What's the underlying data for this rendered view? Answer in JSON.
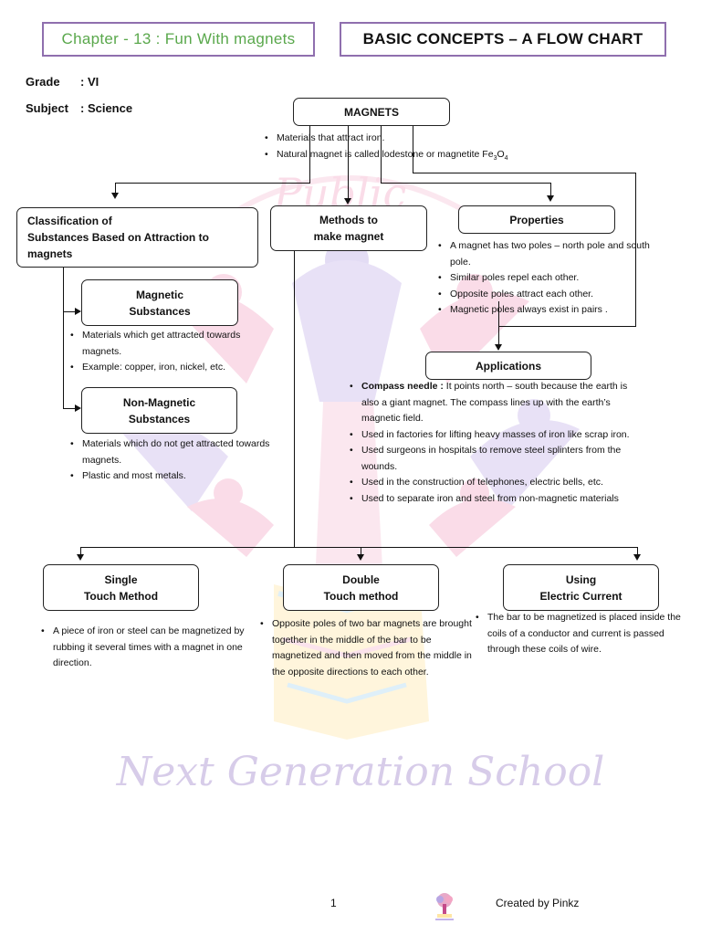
{
  "header": {
    "chapter_title": "Chapter - 13 : Fun With magnets",
    "flow_chart_title": "BASIC CONCEPTS – A FLOW CHART"
  },
  "meta": {
    "grade_label": "Grade",
    "grade_value": ": VI",
    "subject_label": "Subject",
    "subject_value": ": Science"
  },
  "root": {
    "label": "MAGNETS",
    "bullets": [
      "Materials that attract iron.",
      "Natural magnet is called lodestone or magnetite Fe"
    ],
    "formula_sub_3": "3",
    "formula_O": "O",
    "formula_sub_4": "4"
  },
  "classification": {
    "label_line1": "Classification of",
    "label_line2": "Substances Based  on Attraction to",
    "label_line3": "magnets",
    "magnetic": {
      "label_line1": "Magnetic",
      "label_line2": "Substances",
      "bullets": [
        "Materials which get attracted towards magnets.",
        "Example: copper, iron, nickel, etc."
      ]
    },
    "non_magnetic": {
      "label_line1": "Non-Magnetic",
      "label_line2": "Substances",
      "bullets": [
        "Materials which do not get attracted towards magnets.",
        "Plastic and most metals."
      ]
    }
  },
  "methods": {
    "label_line1": "Methods to",
    "label_line2": "make magnet",
    "single": {
      "label_line1": "Single",
      "label_line2": "Touch Method",
      "bullets": [
        "A piece of iron or steel can be magnetized by rubbing it several times with a magnet in one direction."
      ]
    },
    "double": {
      "label_line1": "Double",
      "label_line2": "Touch method",
      "bullets": [
        "Opposite poles of two bar magnets are brought together in the middle of the bar to be magnetized and then moved from the middle in the opposite directions to each other."
      ]
    },
    "electric": {
      "label_line1": "Using",
      "label_line2": "Electric Current",
      "bullets": [
        "The bar to be magnetized is placed inside the coils of a conductor and current is passed through these coils of wire."
      ]
    }
  },
  "properties": {
    "label": "Properties",
    "bullets": [
      "A magnet has two poles – north pole and south pole.",
      "Similar poles repel each other.",
      "Opposite poles attract each other.",
      "Magnetic poles always exist in pairs ."
    ]
  },
  "applications": {
    "label": "Applications",
    "compass_bold": "Compass needle :",
    "compass_rest": " It points north – south because the earth is also a giant magnet. The compass lines up with the earth’s magnetic field.",
    "bullets": [
      "Used in factories for lifting heavy masses of iron like scrap iron.",
      "Used surgeons in hospitals to remove steel splinters from the wounds.",
      "Used  in the construction of telephones, electric bells, etc.",
      "Used to separate iron and steel from non-magnetic materials"
    ]
  },
  "watermark": {
    "school_name": "Next Generation School",
    "arc_text": "Public"
  },
  "footer": {
    "page_number": "1",
    "credit": "Created by Pinkz"
  }
}
